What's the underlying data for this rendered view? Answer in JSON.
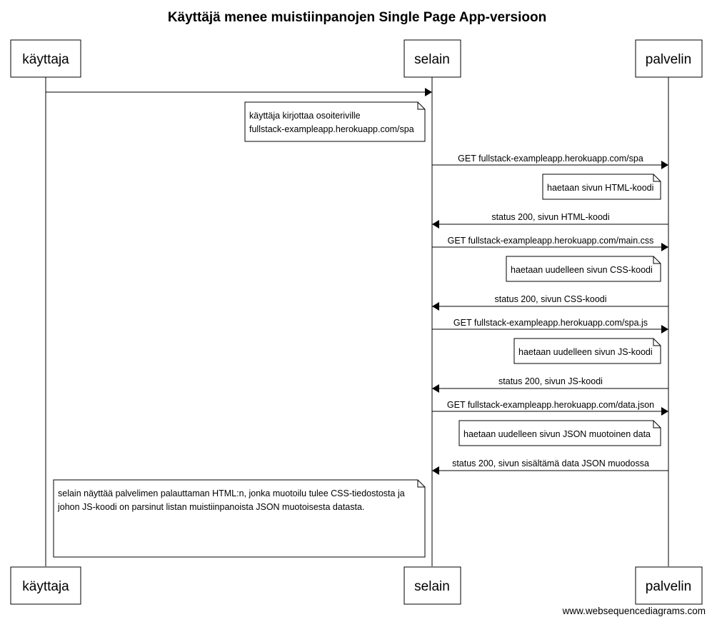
{
  "title": "Käyttäjä menee muistiinpanojen Single Page App-versioon",
  "actors": {
    "user": "käyttaja",
    "browser": "selain",
    "server": "palvelin"
  },
  "messages": {
    "m0": "",
    "m1": "GET fullstack-exampleapp.herokuapp.com/spa",
    "m2": "status 200, sivun HTML-koodi",
    "m3": "GET fullstack-exampleapp.herokuapp.com/main.css",
    "m4": "status 200, sivun CSS-koodi",
    "m5": "GET fullstack-exampleapp.herokuapp.com/spa.js",
    "m6": "status 200, sivun JS-koodi",
    "m7": "GET fullstack-exampleapp.herokuapp.com/data.json",
    "m8": "status 200, sivun sisältämä data JSON muodossa"
  },
  "notes": {
    "n1": [
      "käyttäja kirjottaa osoiteriville",
      "fullstack-exampleapp.herokuapp.com/spa"
    ],
    "n2": [
      "haetaan sivun HTML-koodi"
    ],
    "n3": [
      "haetaan uudelleen sivun CSS-koodi"
    ],
    "n4": [
      "haetaan uudelleen sivun JS-koodi"
    ],
    "n5": [
      "haetaan uudelleen sivun JSON muotoinen data"
    ],
    "n6": [
      "selain näyttää palvelimen palauttaman HTML:n, jonka muotoilu tulee CSS-tiedostosta ja",
      "johon JS-koodi on parsinut listan muistiinpanoista JSON muotoisesta datasta."
    ]
  },
  "footer": "www.websequencediagrams.com"
}
